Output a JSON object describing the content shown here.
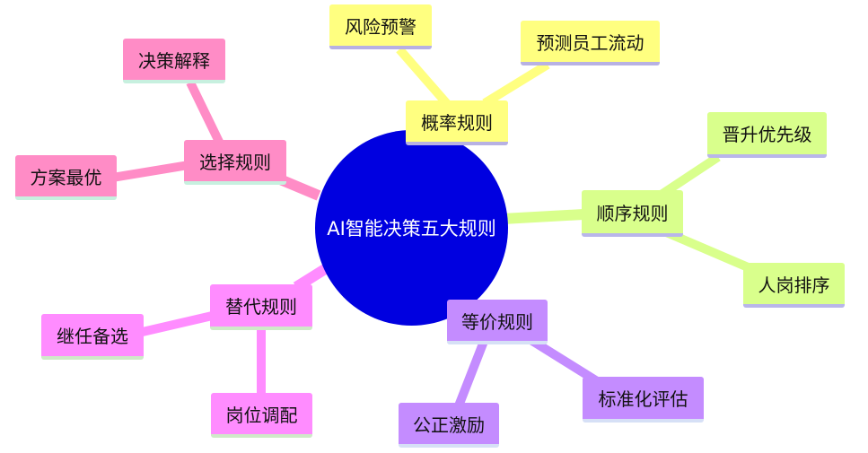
{
  "center": {
    "label": "AI智能决策五大规则"
  },
  "branches": {
    "probability": {
      "label": "概率规则",
      "children": [
        "风险预警",
        "预测员工流动"
      ]
    },
    "sequence": {
      "label": "顺序规则",
      "children": [
        "晋升优先级",
        "人岗排序"
      ]
    },
    "equivalence": {
      "label": "等价规则",
      "children": [
        "标准化评估",
        "公正激励"
      ]
    },
    "substitution": {
      "label": "替代规则",
      "children": [
        "继任备选",
        "岗位调配"
      ]
    },
    "selection": {
      "label": "选择规则",
      "children": [
        "决策解释",
        "方案最优"
      ]
    }
  },
  "colors": {
    "center": "#0000e0",
    "probability": "#ffff80",
    "sequence": "#d9ff8c",
    "equivalence": "#c48cff",
    "substitution": "#ff8cff",
    "selection": "#ff8cc6"
  }
}
